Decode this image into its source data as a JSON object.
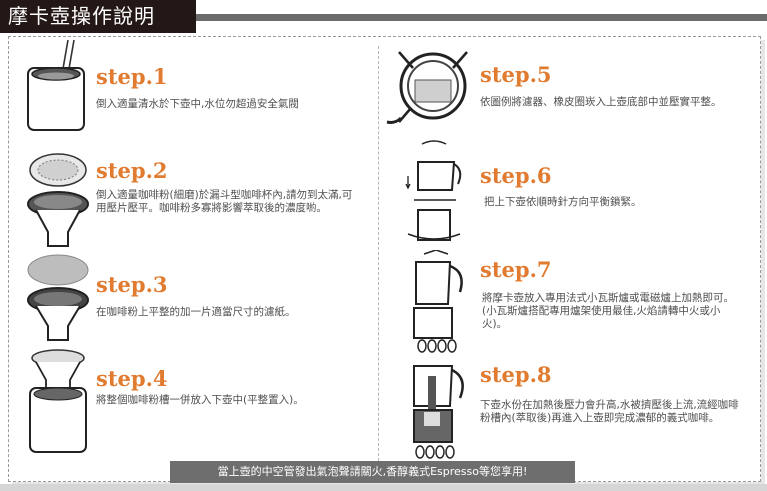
{
  "title": "摩卡壺操作說明",
  "steps": [
    {
      "label": "step.1",
      "text": "倒入適量清水於下壺中,水位勿超過安全氣閥"
    },
    {
      "label": "step.2",
      "text": "倒入適量咖啡粉(細磨)於漏斗型咖啡杯內,請勿到太滿,可用壓片壓平。咖啡粉多寡將影響萃取後的濃度喲。"
    },
    {
      "label": "step.3",
      "text": "在咖啡粉上平整的加一片適當尺寸的濾紙。"
    },
    {
      "label": "step.4",
      "text": "將整個咖啡粉槽一併放入下壺中(平整置入)。"
    },
    {
      "label": "step.5",
      "text": "依圖例將濾器、橡皮圈崁入上壺底部中並壓實平整。"
    },
    {
      "label": "step.6",
      "text": "把上下壺依順時針方向平衡鎖緊。"
    },
    {
      "label": "step.7",
      "text": "將摩卡壺放入專用法式小瓦斯爐或電磁爐上加熱即可。(小瓦斯爐搭配專用爐架使用最佳,火焰請轉中火或小火)。"
    },
    {
      "label": "step.8",
      "text": "下壺水份在加熱後壓力會升高,水被擠壓後上流,流經咖啡粉槽內(萃取後)再進入上壺即完成濃郁的義式咖啡。"
    }
  ],
  "footer": "當上壺的中空管發出氣泡聲請關火,香醇義式Espresso等您享用!",
  "colors": {
    "accent": "#e07b30",
    "title_bg": "#231815",
    "footer_bg": "#6e6e6e"
  }
}
